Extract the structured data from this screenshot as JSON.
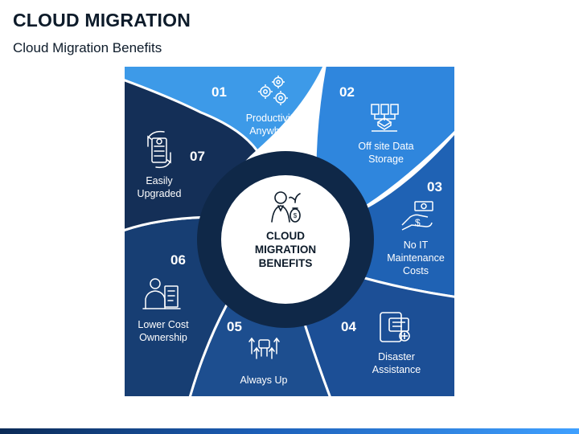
{
  "header": {
    "title": "CLOUD MIGRATION",
    "subtitle": "Cloud Migration Benefits"
  },
  "center": {
    "lines": [
      "CLOUD",
      "MIGRATION",
      "BENEFITS"
    ]
  },
  "segments": [
    {
      "number": "01",
      "label_lines": [
        "Productivity",
        "Anywhere"
      ],
      "icon": "gears-icon",
      "color": "#3d9ae8"
    },
    {
      "number": "02",
      "label_lines": [
        "Off site Data",
        "Storage"
      ],
      "icon": "data-storage-icon",
      "color": "#2f86dd"
    },
    {
      "number": "03",
      "label_lines": [
        "No IT",
        "Maintenance",
        "Costs"
      ],
      "icon": "money-hand-icon",
      "color": "#1f62b4"
    },
    {
      "number": "04",
      "label_lines": [
        "Disaster",
        "Assistance"
      ],
      "icon": "support-device-icon",
      "color": "#1c4f96"
    },
    {
      "number": "05",
      "label_lines": [
        "Always Up"
      ],
      "icon": "raised-fist-icon",
      "color": "#1d4e8f"
    },
    {
      "number": "06",
      "label_lines": [
        "Lower Cost",
        "Ownership"
      ],
      "icon": "presenter-icon",
      "color": "#173e73"
    },
    {
      "number": "07",
      "label_lines": [
        "Easily",
        "Upgraded"
      ],
      "icon": "server-upgrade-icon",
      "color": "#142f57"
    }
  ],
  "colors": {
    "inner_ring": "#0f2848",
    "center_disc": "#ffffff",
    "text_dark": "#0d1b2a"
  }
}
